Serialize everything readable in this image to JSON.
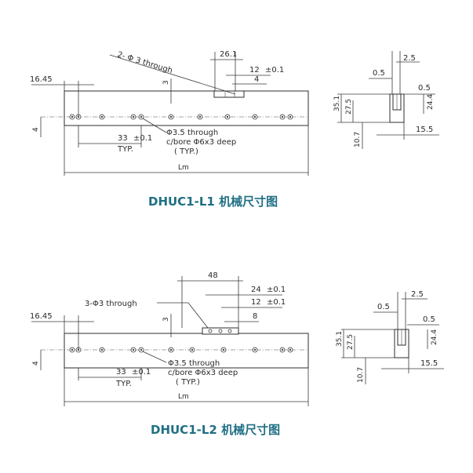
{
  "l1": {
    "caption": "DHUC1-L1 机械尺寸图",
    "left_offset": "16.45",
    "through_label": "2- Φ 3 through",
    "dim_26": "26.1",
    "dim_12": "12",
    "tol_12": "±0.1",
    "dim_4": "4",
    "dim_3": "3",
    "side_4": "4",
    "pitch": "33",
    "pitch_tol": "±0.1",
    "pitch_typ": "TYP.",
    "bore_1": "Φ3.5 through",
    "bore_2": "c/bore Φ6x3 deep",
    "bore_typ": "( TYP.)",
    "length": "Lm",
    "side": {
      "w_25": "2.5",
      "w_05a": "0.5",
      "w_05b": "0.5",
      "h_351": "35.1",
      "h_275": "27.5",
      "h_244": "24.4",
      "h_107": "10.7",
      "w_155": "15.5"
    }
  },
  "l2": {
    "caption": "DHUC1-L2 机械尺寸图",
    "left_offset": "16.45",
    "through_label": "3-Φ3 through",
    "dim_48": "48",
    "dim_24": "24",
    "tol_24": "±0.1",
    "dim_12": "12",
    "tol_12": "±0.1",
    "dim_8": "8",
    "dim_3": "3",
    "side_4": "4",
    "pitch": "33",
    "pitch_tol": "±0.1",
    "pitch_typ": "TYP.",
    "bore_1": "Φ3.5 through",
    "bore_2": "c/bore Φ6x3 deep",
    "bore_typ": "( TYP.)",
    "length": "Lm",
    "side": {
      "w_25": "2.5",
      "w_05a": "0.5",
      "w_05b": "0.5",
      "h_351": "35.1",
      "h_275": "27.5",
      "h_244": "24.4",
      "h_107": "10.7",
      "w_155": "15.5"
    }
  }
}
